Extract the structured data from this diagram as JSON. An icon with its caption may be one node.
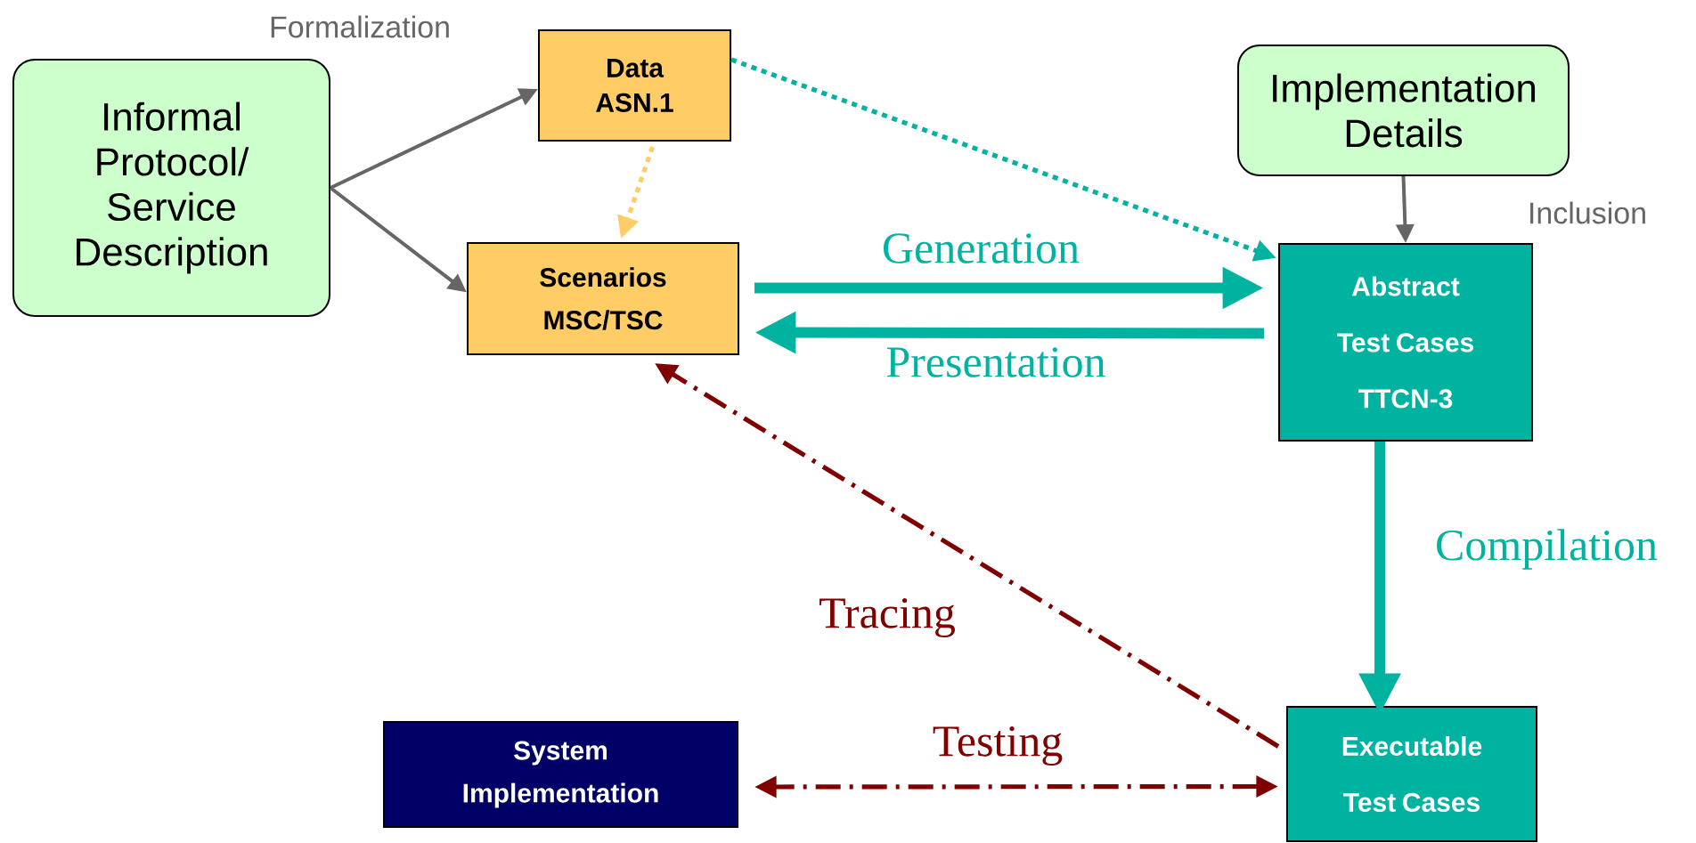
{
  "diagram": {
    "nodes": [
      {
        "text": [
          "Informal Protocol/ Service Description"
        ]
      },
      {
        "text": [
          "Data ASN.1"
        ]
      },
      {
        "text": [
          "Scenarios MSC/TSC"
        ]
      },
      {
        "text": [
          "Implementation Details"
        ]
      },
      {
        "text": [
          "Abstract Test Cases TTCN-3"
        ]
      },
      {
        "text": [
          "Executable Test Cases"
        ]
      },
      {
        "text": [
          "System Implementation"
        ]
      }
    ],
    "edges": [
      {
        "from": 0,
        "to": 1,
        "arrow": "to",
        "color": "#666666"
      },
      {
        "from": 0,
        "to": 2,
        "arrow": "to",
        "color": "#666666"
      },
      {
        "from": 1,
        "to": 2,
        "arrow": "to",
        "style": "dashed",
        "color": "#ffcc66"
      },
      {
        "from": 1,
        "to": 4,
        "arrow": "to",
        "style": "dashed",
        "color": "#00b3a0"
      },
      {
        "from": 3,
        "to": 4,
        "arrow": "to",
        "color": "#666666"
      },
      {
        "from": 2,
        "to": 4,
        "arrow": "to",
        "label": "Generation",
        "style": "thick",
        "color": "#00b3a0"
      },
      {
        "from": 4,
        "to": 2,
        "arrow": "to",
        "label": "Presentation",
        "style": "thick",
        "color": "#00b3a0"
      },
      {
        "from": 4,
        "to": 5,
        "arrow": "to",
        "label": "Compilation",
        "style": "thick",
        "color": "#00b3a0"
      },
      {
        "from": 5,
        "to": 2,
        "arrow": "to",
        "label": "Tracing",
        "style": "dashed",
        "color": "#800000"
      },
      {
        "from": 5,
        "to": 6,
        "arrow": "both",
        "label": "Testing",
        "style": "dashed",
        "color": "#800000"
      }
    ],
    "labels": [
      "Formalization",
      "Inclusion"
    ]
  }
}
